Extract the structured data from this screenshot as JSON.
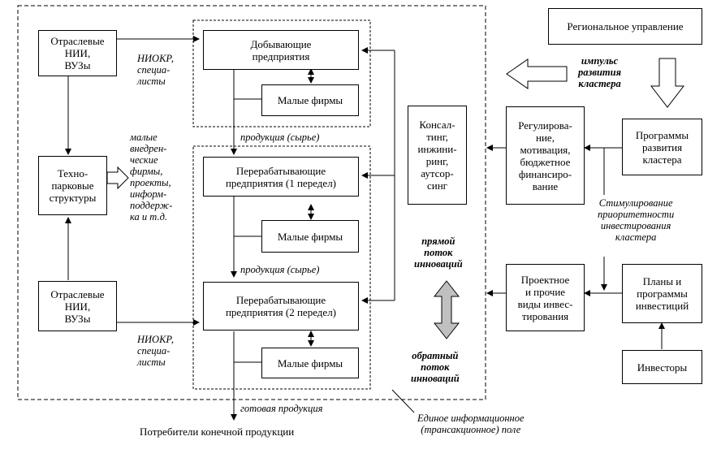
{
  "boxes": {
    "regional": "Региональное управление",
    "nii_top": "Отраслевые\nНИИ,\nВУЗы",
    "technopark": "Техно-\nпарковые\nструктуры",
    "nii_bottom": "Отраслевые\nНИИ,\nВУЗы",
    "mining": "Добывающие\nпредприятия",
    "small1": "Малые фирмы",
    "proc1": "Перерабатывающие\nпредприятия (1 передел)",
    "small2": "Малые фирмы",
    "proc2": "Перерабатывающие\nпредприятия (2 передел)",
    "small3": "Малые фирмы",
    "consulting": "Консал-\nтинг,\nинжини-\nринг,\nаутсор-\nсинг",
    "regulation": "Регулирова-\nние,\nмотивация,\nбюджетное\nфинансиро-\nвание",
    "programs": "Программы\nразвития\nкластера",
    "project": "Проектное\nи прочие\nвиды инвес-\nтирования",
    "plans": "Планы и\nпрограммы\nинвестиций",
    "investors": "Инвесторы"
  },
  "labels": {
    "niokr_top": "НИОКР,\nспециа-\nлисты",
    "niokr_bottom": "НИОКР,\nспециа-\nлисты",
    "small_innov": "малые\nвнедрен-\nческие\nфирмы,\nпроекты,\nинформ-\nподдерж-\nка и т.д.",
    "product1": "продукция (сырье)",
    "product2": "продукция (сырье)",
    "finished": "готовая продукция",
    "consumers": "Потребители конечной продукции",
    "info_field": "Единое информационное\n(трансакционное) поле",
    "impulse": "импульс\nразвития\nкластера",
    "stimulus": "Стимулирование\nприоритетности\nинвестирования\nкластера",
    "direct_flow": "прямой\nпоток\nинноваций",
    "reverse_flow": "обратный\nпоток\nинноваций"
  }
}
